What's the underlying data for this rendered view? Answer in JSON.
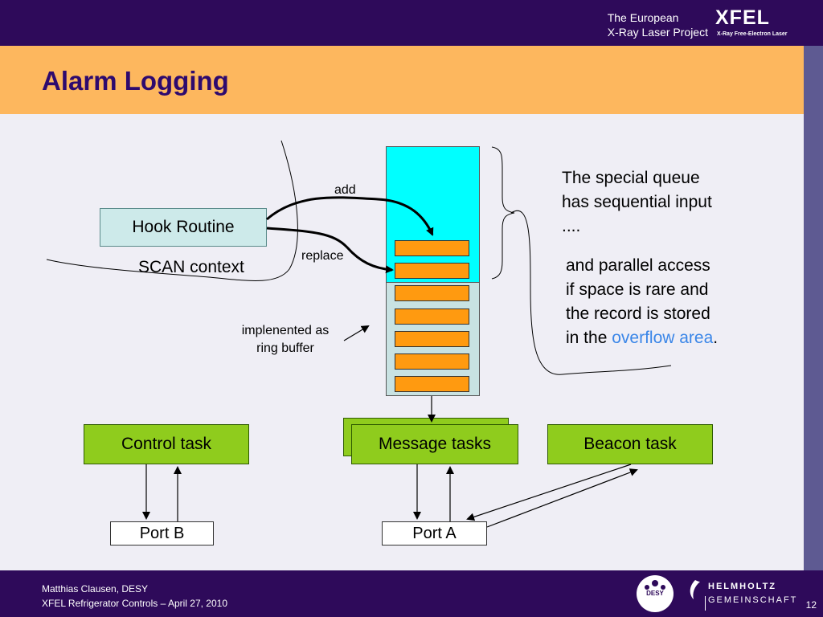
{
  "header": {
    "brand_line1": "The European",
    "brand_line2": "X-Ray Laser Project",
    "logo_big": "XFEL",
    "logo_sub": "X-Ray Free-Electron Laser"
  },
  "slide": {
    "title": "Alarm Logging",
    "page_number": "12"
  },
  "diagram": {
    "hook_routine": "Hook Routine",
    "scan_context": "SCAN context",
    "add_label": "add",
    "replace_label": "replace",
    "ring_buffer_label_1": "implenented as",
    "ring_buffer_label_2": "ring buffer",
    "control_task": "Control task",
    "message_tasks": "Message tasks",
    "beacon_task": "Beacon task",
    "port_b": "Port B",
    "port_a": "Port A",
    "desc1_line1": "The special queue",
    "desc1_line2": "has sequential input",
    "desc1_line3": "....",
    "desc2_line1": "and parallel access",
    "desc2_line2": "if space is rare and",
    "desc2_line3": "the record is stored",
    "desc2_prefix": "in the ",
    "desc2_highlight": "overflow area",
    "desc2_suffix": ".",
    "colors": {
      "queue_top": "#00ffff",
      "queue_bottom": "#c8e2e2",
      "slot": "#ff9a10",
      "task": "#8fcc1d",
      "highlight": "#3a86e8"
    }
  },
  "footer": {
    "author": "Matthias Clausen, DESY",
    "talk": "XFEL Refrigerator Controls – April 27, 2010",
    "desy_logo": "DESY",
    "helmholtz_line1": "HELMHOLTZ",
    "helmholtz_line2": "GEMEINSCHAFT"
  }
}
